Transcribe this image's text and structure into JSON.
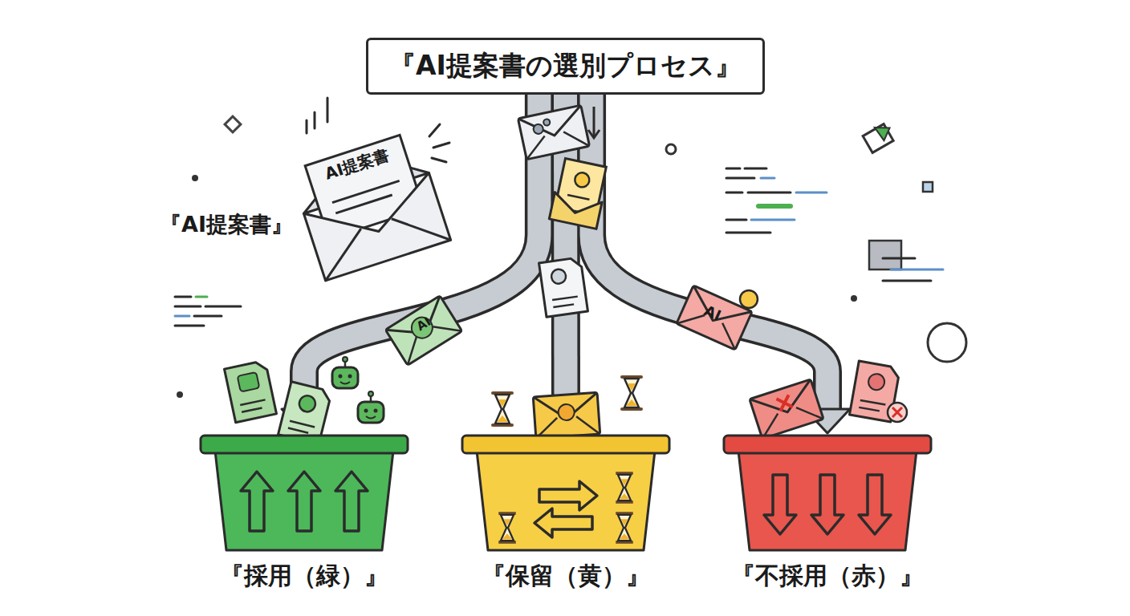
{
  "diagram": {
    "nodes": [
      {
        "text": [
          "『AI提案書の選別プロセス』"
        ]
      },
      {
        "text": [
          "『採用（緑）』"
        ]
      },
      {
        "text": [
          "『保留（黄）』"
        ]
      },
      {
        "text": [
          "『不採用（赤）』"
        ]
      }
    ],
    "edges": [
      {
        "from": 0,
        "to": 1,
        "arrow": "to"
      },
      {
        "from": 0,
        "to": 2,
        "arrow": "to"
      },
      {
        "from": 0,
        "to": 3,
        "arrow": "to"
      }
    ],
    "labels": [
      "『AI提案書』",
      "AI提案書",
      "AI",
      "AI"
    ]
  }
}
